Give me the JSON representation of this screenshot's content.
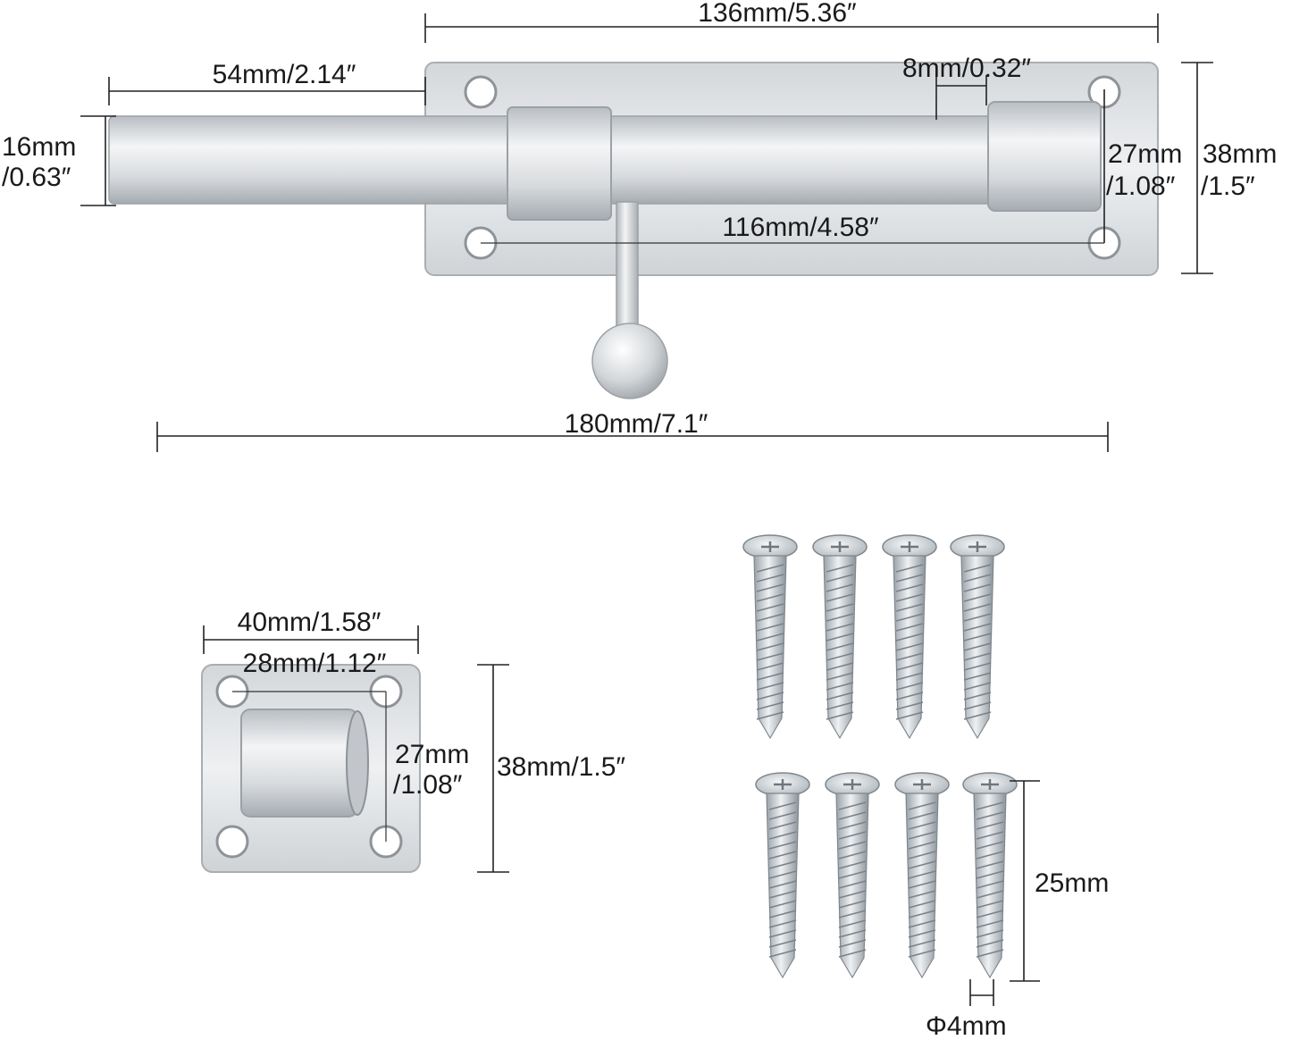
{
  "colors": {
    "metal_light": "#eceef0",
    "metal_mid": "#c9cdd1",
    "metal_dark": "#9aa0a6",
    "line": "#222222",
    "text": "#1a1a1a"
  },
  "bolt": {
    "overall_length": "180mm/7.1″",
    "plate_length": "136mm/5.36″",
    "bolt_extension": "54mm/2.14″",
    "bolt_diameter_mm": "16mm",
    "bolt_diameter_in": "/0.63″",
    "gap": "8mm/0.32″",
    "hole_vertical_mm": "27mm",
    "hole_vertical_in": "/1.08″",
    "plate_height_mm": "38mm",
    "plate_height_in": "/1.5″",
    "hole_horizontal": "116mm/4.58″"
  },
  "keeper": {
    "width": "40mm/1.58″",
    "hole_spacing": "28mm/1.12″",
    "hole_vertical_mm": "27mm",
    "hole_vertical_in": "/1.08″",
    "height": "38mm/1.5″"
  },
  "screws": {
    "count": 8,
    "length": "25mm",
    "diameter": "Φ4mm"
  }
}
